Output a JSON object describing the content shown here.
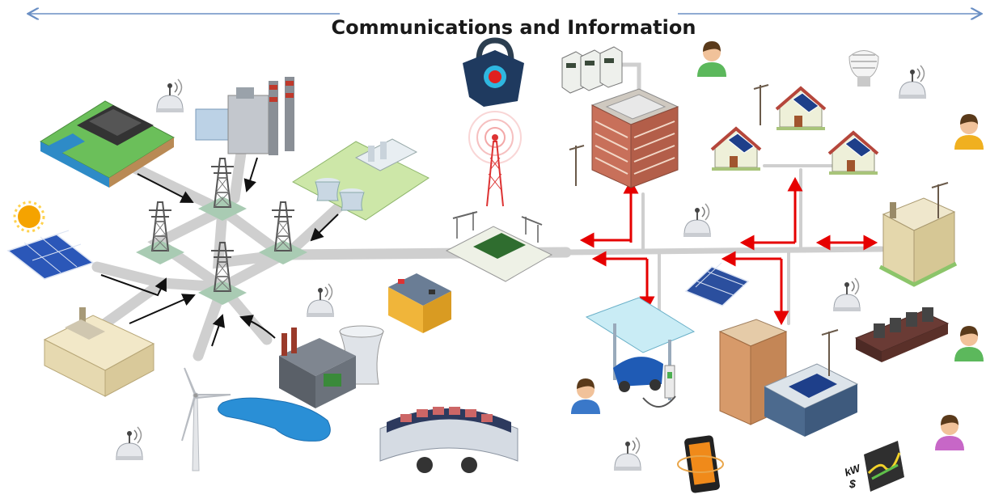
{
  "header": {
    "title": "Communications and Information"
  },
  "icons": {
    "meter_label_top": "kW",
    "meter_label_bottom": "$"
  },
  "colors": {
    "arrow_blue": "#6a8fc4",
    "grid_line": "#cfcfcf",
    "flow_arrow_red": "#e60000",
    "sun": "#f5a300",
    "panel_blue": "#2b57b8"
  },
  "elements": [
    "communications-arrow",
    "water-treatment-plant",
    "coal-power-plant",
    "nuclear-power-plant",
    "solar-farm",
    "industrial-plant",
    "wind-turbine",
    "cooling-tower-plant",
    "transmission-towers",
    "substation",
    "cell-tower",
    "security-lock",
    "server-racks",
    "office-building",
    "houses-with-solar",
    "ev-charging-station",
    "battery-storage",
    "commercial-building",
    "control-room",
    "smartphone",
    "wireless-sensors",
    "consumers"
  ]
}
